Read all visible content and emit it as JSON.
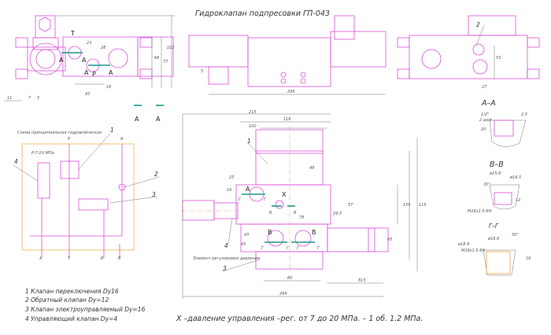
{
  "title": "Гидроклапан подпресовки ГП-043",
  "top_left_view": {
    "port_labels": [
      "T",
      "P",
      "A",
      "A",
      "A",
      "A"
    ],
    "dims": [
      "11",
      "7",
      "5",
      "43",
      "16",
      "68",
      "77",
      "102",
      "23",
      "28"
    ]
  },
  "top_center_view": {
    "dims": [
      "296",
      "5"
    ]
  },
  "top_right_view": {
    "callout": "2",
    "dims": [
      "53",
      "27"
    ]
  },
  "section_marks": [
    "A",
    "A"
  ],
  "schematic": {
    "title": "Схема принципиальная гидравлическая",
    "pressure_note": "P-7-20 MПa",
    "ports": [
      "P",
      "A",
      "X",
      "T",
      "B",
      "B"
    ],
    "callouts": [
      "1",
      "2",
      "3",
      "4"
    ]
  },
  "main_view": {
    "dims": [
      "215",
      "116",
      "100",
      "25",
      "16",
      "48",
      "57",
      "78",
      "29.5",
      "43",
      "80",
      "815",
      "294",
      "155",
      "45",
      "115",
      "43"
    ],
    "labels": [
      "A",
      "X",
      "B",
      "B",
      "B",
      "B",
      "Г",
      "Г",
      "Г",
      "Г",
      "Г",
      "Г"
    ],
    "callouts": [
      "1",
      "4",
      "3"
    ],
    "note": "Элемент регулировки давления"
  },
  "sections": {
    "aa": {
      "title": "A–A",
      "dims": [
        "1/2\"",
        "2 дюй",
        "2.5",
        "20"
      ]
    },
    "bb": {
      "title": "B–B",
      "dims": [
        "ø15.8",
        "ø16.5",
        "30°",
        "M16x1.5-6H",
        "12"
      ]
    },
    "gg": {
      "title": "Г–Г",
      "dims": [
        "ø18.8",
        "ø18.9",
        "30°",
        "M18x1.5-6H",
        "16"
      ]
    }
  },
  "legend": [
    "1   Клапан переключения Dy16",
    "2   Обратный клапан Dy=12",
    "3   Клапан электроуправляемый Dy=16",
    "4   Управляющий клапан Dy=4"
  ],
  "footnote": "X –давление управления –рег. от 7 до 20 МПа. – 1 об. 1.2 МПа."
}
